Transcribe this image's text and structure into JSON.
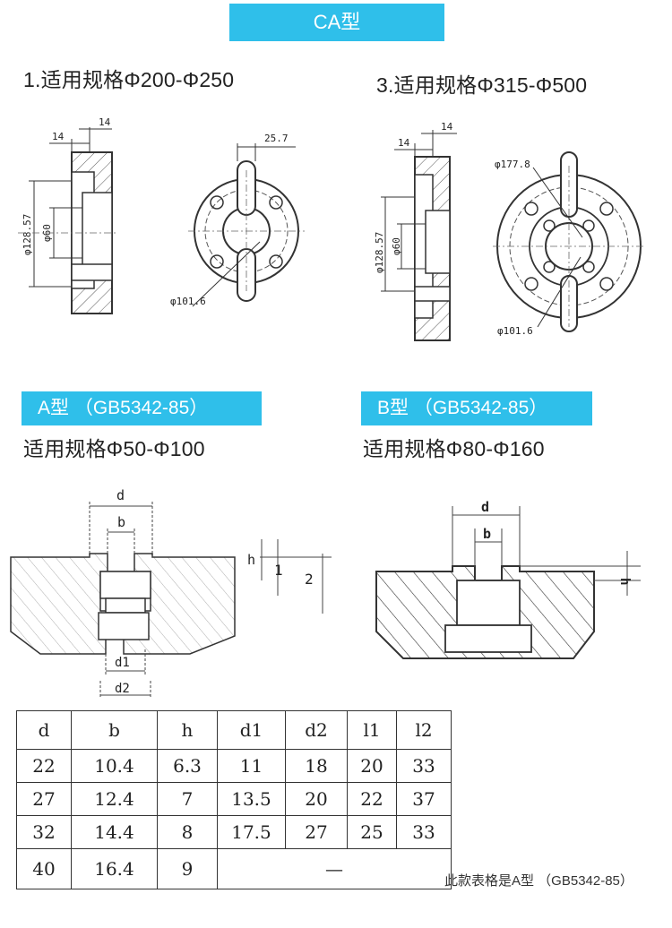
{
  "header": {
    "title": "CA型"
  },
  "sections": {
    "ca1": {
      "spec": "1.适用规格Φ200-Φ250"
    },
    "ca3": {
      "spec": "3.适用规格Φ315-Φ500"
    },
    "a": {
      "badge": "A型 （GB5342-85）",
      "spec": "适用规格Φ50-Φ100"
    },
    "b": {
      "badge": "B型 （GB5342-85）",
      "spec": "适用规格Φ80-Φ160"
    }
  },
  "dims": {
    "ca1": {
      "top14": "14",
      "left14": "14",
      "d12857": "φ128.57",
      "d60": "φ60",
      "w257": "25.7",
      "d1016": "φ101.6"
    },
    "ca3": {
      "top14": "14",
      "left14": "14",
      "d12857": "φ128.57",
      "d60": "φ60",
      "d1778": "φ177.8",
      "d1016": "φ101.6"
    },
    "a": {
      "d": "d",
      "b": "b",
      "h": "h",
      "l1": "1",
      "l2": "2",
      "d1": "d1",
      "d2": "d2"
    },
    "b": {
      "d": "d",
      "b": "b",
      "h": "h"
    }
  },
  "table": {
    "headers": [
      "d",
      "b",
      "h",
      "d1",
      "d2",
      "l1",
      "l2"
    ],
    "rows": [
      [
        "22",
        "10.4",
        "6.3",
        "11",
        "18",
        "20",
        "33"
      ],
      [
        "27",
        "12.4",
        "7",
        "13.5",
        "20",
        "22",
        "37"
      ],
      [
        "32",
        "14.4",
        "8",
        "17.5",
        "27",
        "25",
        "33"
      ],
      [
        "40",
        "16.4",
        "9",
        "—"
      ]
    ],
    "note": "此款表格是A型 （GB5342-85）"
  }
}
